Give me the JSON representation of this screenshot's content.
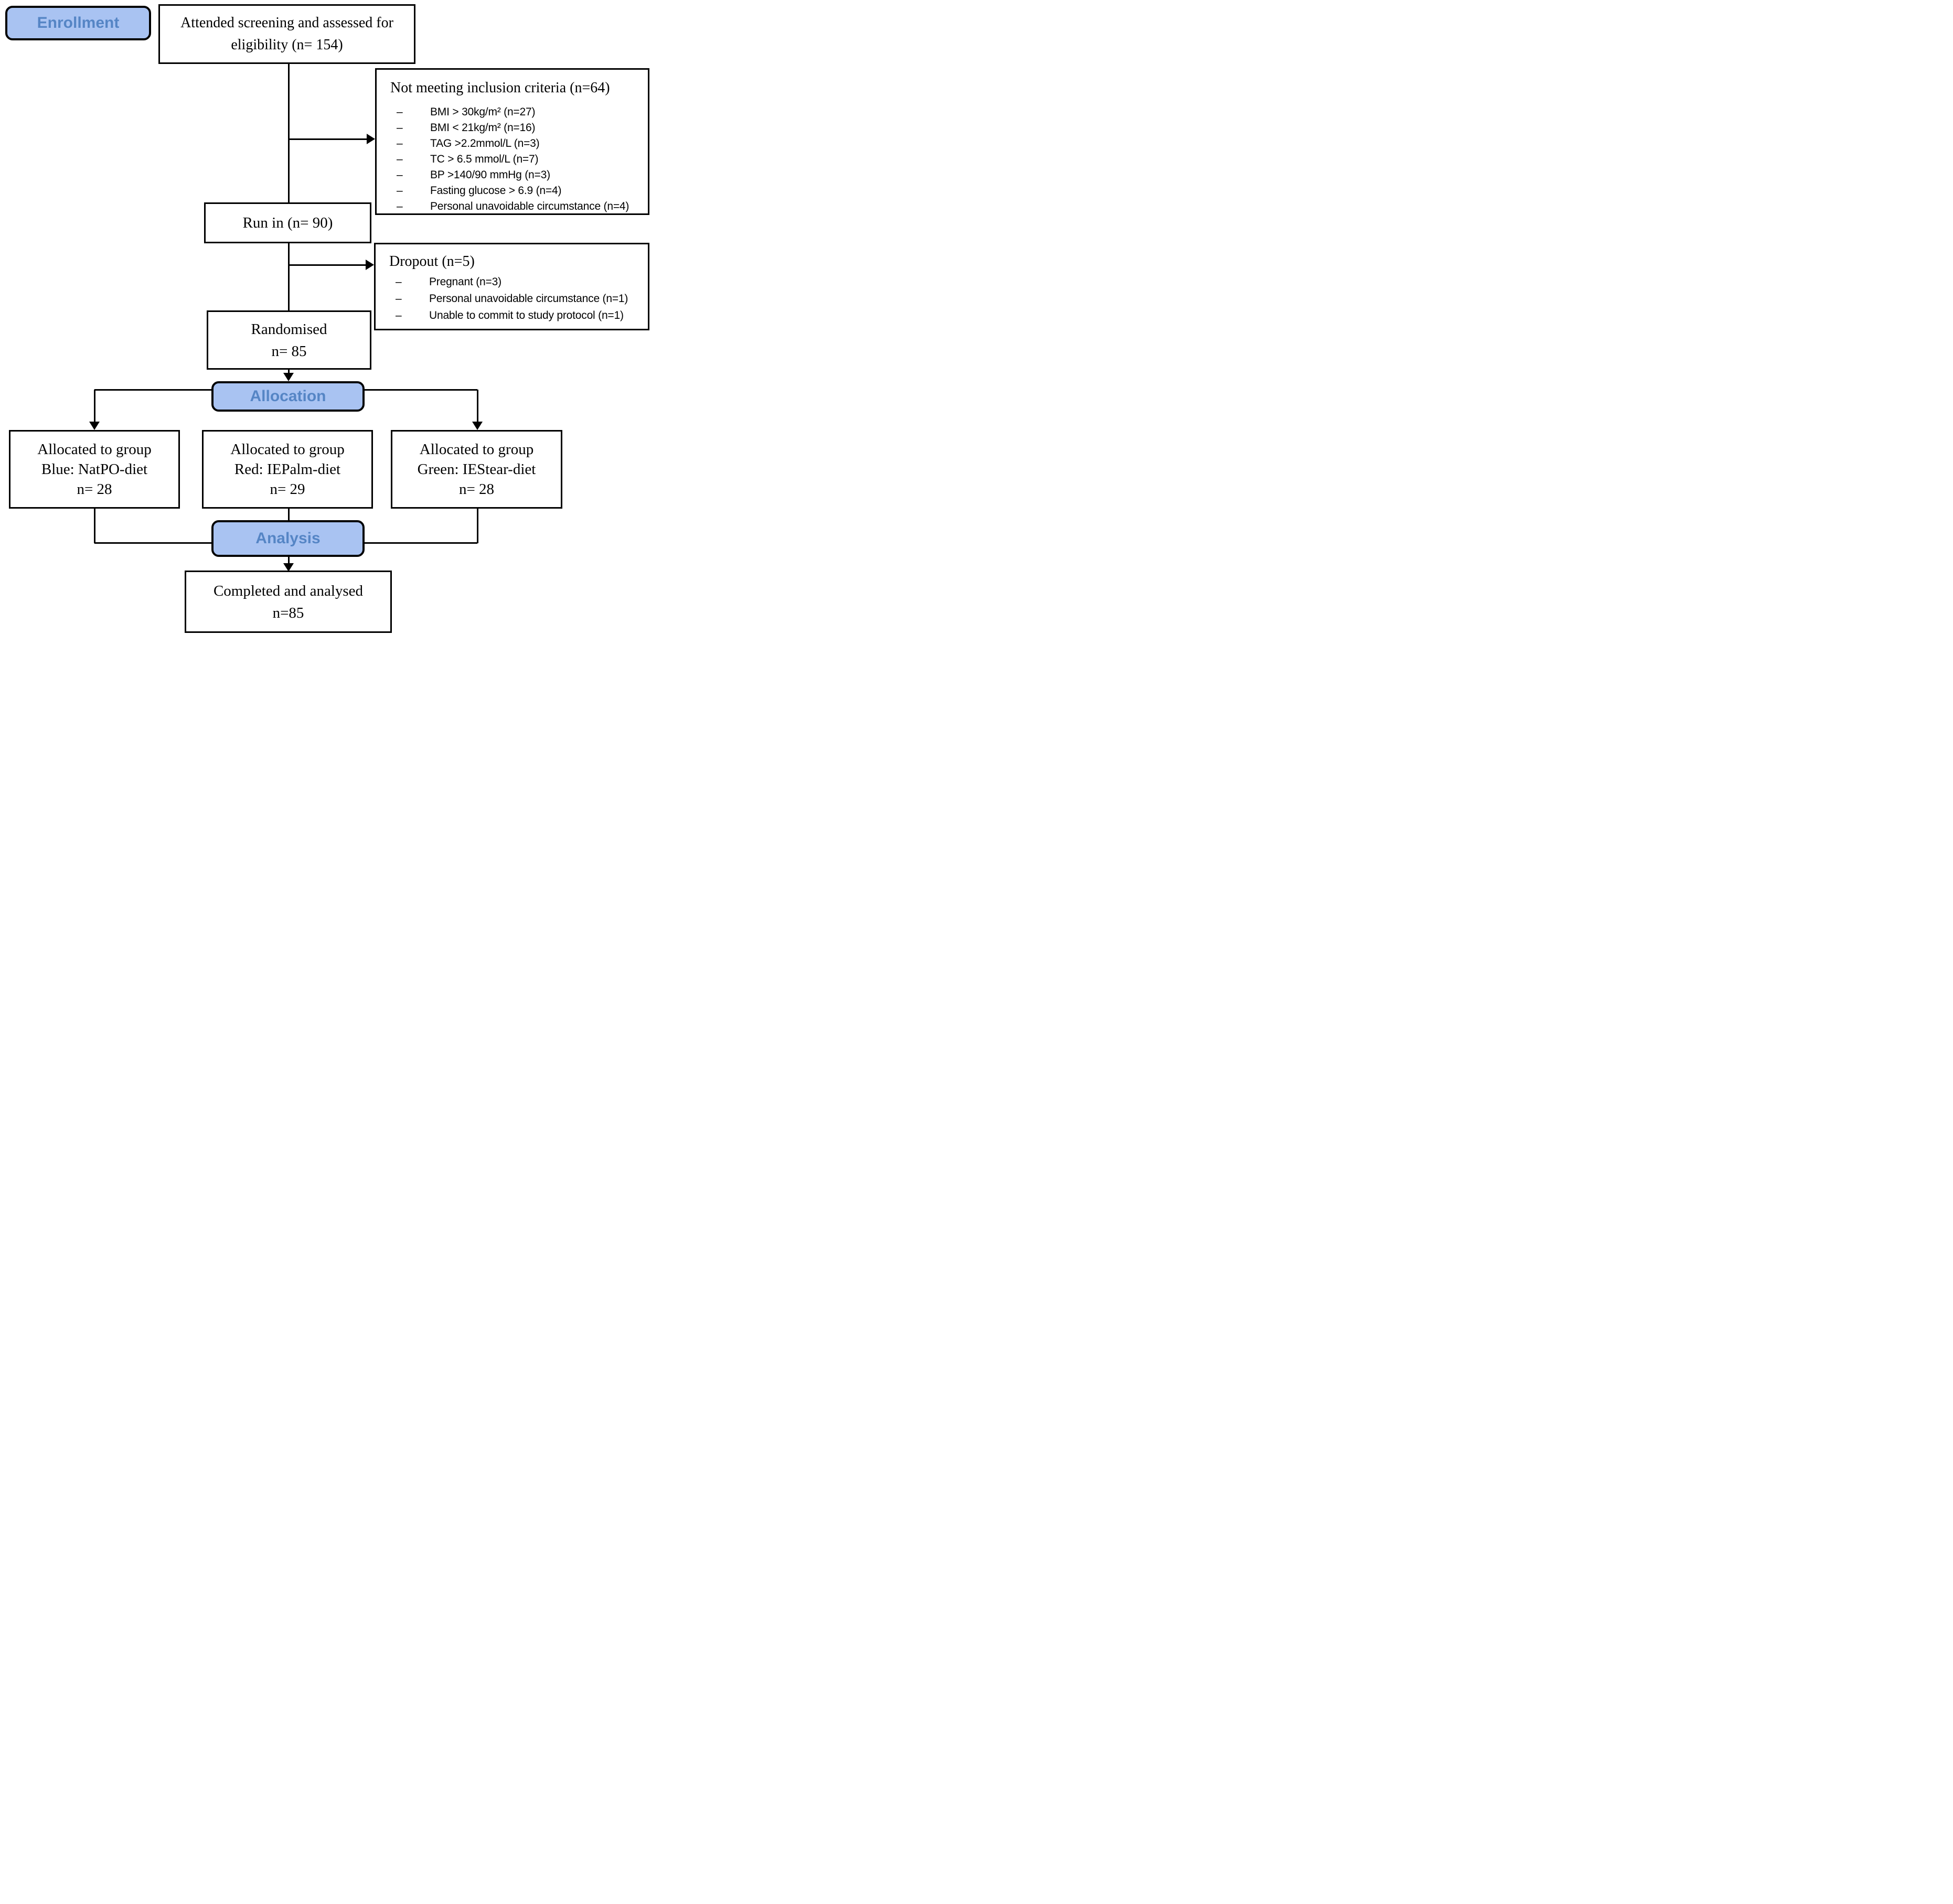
{
  "stages": {
    "enrollment": "Enrollment",
    "allocation": "Allocation",
    "analysis": "Analysis"
  },
  "boxes": {
    "screening": {
      "lines": [
        "Attended screening and assessed for",
        "eligibility (n= 154)"
      ]
    },
    "not_meeting": {
      "title": "Not meeting inclusion criteria (n=64)",
      "items": [
        "BMI > 30kg/m² (n=27)",
        "BMI < 21kg/m² (n=16)",
        "TAG >2.2mmol/L (n=3)",
        "TC > 6.5 mmol/L (n=7)",
        "BP >140/90 mmHg (n=3)",
        "Fasting glucose > 6.9 (n=4)",
        "Personal unavoidable circumstance (n=4)"
      ]
    },
    "run_in": {
      "text": "Run in (n= 90)"
    },
    "dropout": {
      "title": "Dropout (n=5)",
      "items": [
        "Pregnant (n=3)",
        "Personal unavoidable circumstance (n=1)",
        "Unable to commit to study protocol (n=1)"
      ]
    },
    "randomised": {
      "lines": [
        "Randomised",
        "n= 85"
      ]
    },
    "alloc_blue": {
      "lines": [
        "Allocated to group",
        "Blue: NatPO-diet",
        "n= 28"
      ]
    },
    "alloc_red": {
      "lines": [
        "Allocated to group",
        "Red: IEPalm-diet",
        "n= 29"
      ]
    },
    "alloc_green": {
      "lines": [
        "Allocated to group",
        "Green: IEStear-diet",
        "n= 28"
      ]
    },
    "completed": {
      "lines": [
        "Completed and analysed",
        "n=85"
      ]
    }
  },
  "bullet_char": "–",
  "colors": {
    "stage_fill": "#A9C3F2",
    "stage_text": "#5585C5",
    "line_color": "#000000"
  }
}
